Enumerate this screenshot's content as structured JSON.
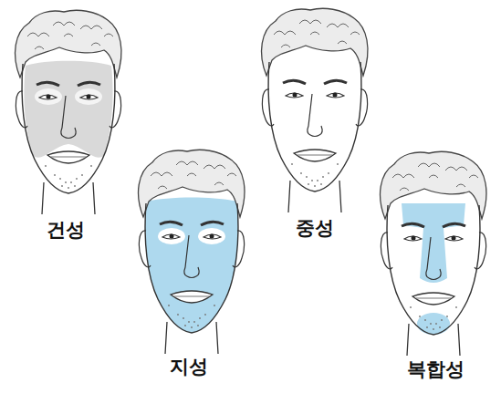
{
  "diagram": {
    "labels": [
      "건성",
      "중성",
      "지성",
      "복합성"
    ]
  }
}
